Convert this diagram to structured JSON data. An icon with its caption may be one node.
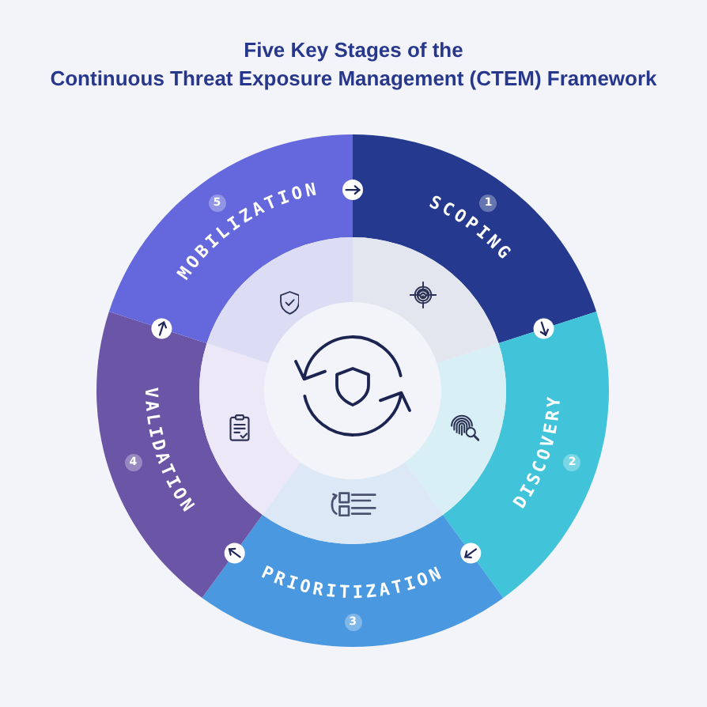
{
  "diagram": {
    "title": "Five Key Stages of the Continuous Threat Exposure Management (CTEM) Framework",
    "nodes": [
      {
        "text": [
          "SCOPING",
          "1"
        ]
      },
      {
        "text": [
          "DISCOVERY",
          "2"
        ]
      },
      {
        "text": [
          "PRIORITIZATION",
          "3"
        ]
      },
      {
        "text": [
          "4",
          "VALIDATION"
        ]
      },
      {
        "text": [
          "MOBILIZATION",
          "5"
        ]
      }
    ],
    "edges": [
      {
        "from": 0,
        "to": 1,
        "arrow": "to"
      },
      {
        "from": 1,
        "to": 2,
        "arrow": "to"
      },
      {
        "from": 2,
        "to": 3,
        "arrow": "to"
      },
      {
        "from": 3,
        "to": 4,
        "arrow": "to"
      },
      {
        "from": 4,
        "to": 0,
        "arrow": "to"
      }
    ]
  }
}
